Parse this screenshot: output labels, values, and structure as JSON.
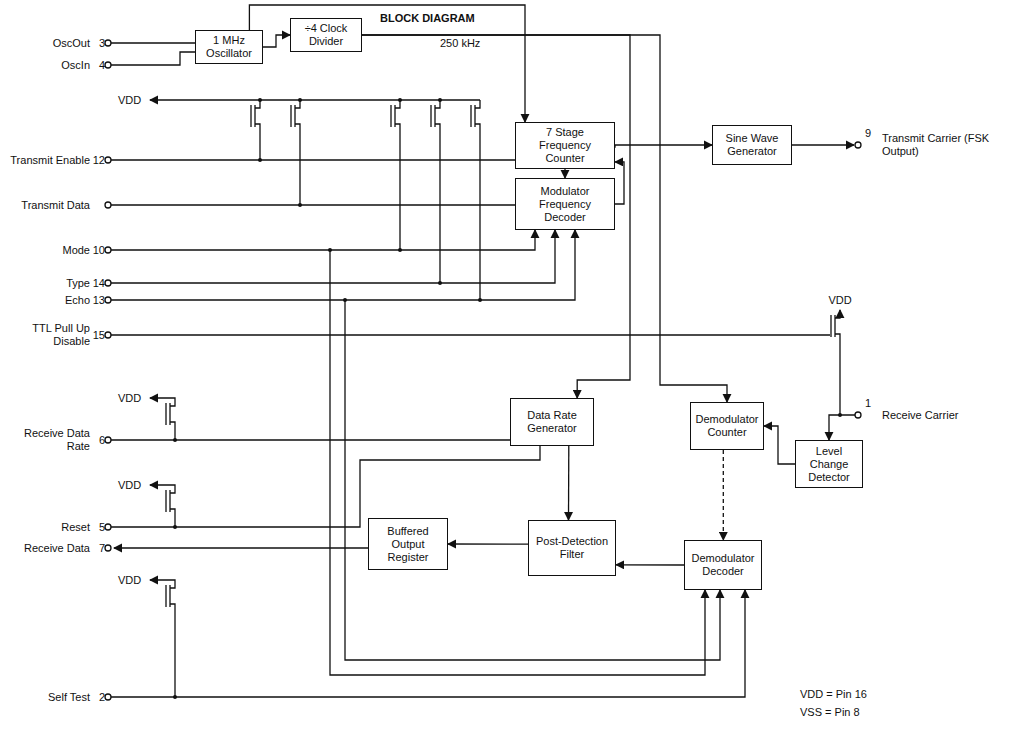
{
  "diagram": {
    "nodes": [
      {
        "text": [
          "1 MHz Oscillator"
        ]
      },
      {
        "text": [
          "÷4 Clock Divider"
        ]
      },
      {
        "text": [
          "7 Stage Frequency Counter"
        ]
      },
      {
        "text": [
          "Modulator Frequency Decoder"
        ]
      },
      {
        "text": [
          "Sine Wave Generator"
        ]
      },
      {
        "text": [
          "Data Rate Generator"
        ]
      },
      {
        "text": [
          "Demodulator Counter"
        ]
      },
      {
        "text": [
          "Level Change Detector"
        ]
      },
      {
        "text": [
          "Post-Detection Filter"
        ]
      },
      {
        "text": [
          "Demodulator Decoder"
        ]
      },
      {
        "text": [
          "Buffered Output Register"
        ]
      }
    ],
    "edges": [
      {
        "from": 0,
        "to": 1,
        "arrow": "to"
      },
      {
        "from": 0,
        "to": 2,
        "arrow": "to"
      },
      {
        "from": 1,
        "to": 5,
        "arrow": "to"
      },
      {
        "from": 1,
        "to": 6,
        "arrow": "to"
      },
      {
        "from": 2,
        "to": 4,
        "arrow": "to"
      },
      {
        "from": 3,
        "to": 2,
        "arrow": "to"
      },
      {
        "from": 2,
        "to": 3,
        "arrow": "to"
      },
      {
        "from": 5,
        "to": 8,
        "arrow": "to"
      },
      {
        "from": 8,
        "to": 10,
        "arrow": "to"
      },
      {
        "from": 7,
        "to": 6,
        "arrow": "to"
      },
      {
        "from": 6,
        "to": 9,
        "arrow": "to"
      },
      {
        "from": 9,
        "to": 8,
        "arrow": "to"
      }
    ],
    "labels": [
      "BLOCK DIAGRAM",
      "250 kHz",
      "OscOut",
      "3",
      "OscIn",
      "4",
      "VDD",
      "Transmit Enable",
      "12",
      "Transmit Data",
      "Mode",
      "10",
      "Type",
      "14",
      "Echo",
      "13",
      "TTL Pull Up Disable",
      "15",
      "VDD",
      "Receive Data Rate",
      "6",
      "VDD",
      "Reset",
      "5",
      "Receive Data",
      "7",
      "VDD",
      "Self Test",
      "2",
      "Transmit Carrier (FSK Output)",
      "9",
      "VDD",
      "Receive Carrier",
      "1",
      "VDD = Pin 16",
      "VSS = Pin 8"
    ]
  }
}
